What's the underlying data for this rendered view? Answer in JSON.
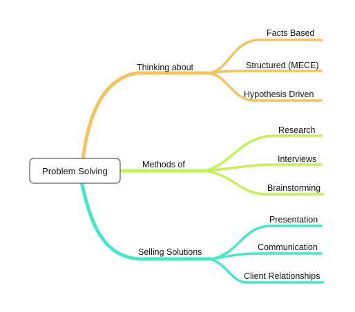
{
  "root": {
    "label": "Problem Solving"
  },
  "branches": [
    {
      "label": "Thinking about",
      "color": "#F6C25A",
      "children": [
        {
          "label": "Facts Based"
        },
        {
          "label": "Structured (MECE)"
        },
        {
          "label": "Hypothesis Driven"
        }
      ]
    },
    {
      "label": "Methods of",
      "color": "#C2F253",
      "children": [
        {
          "label": "Research"
        },
        {
          "label": "Interviews"
        },
        {
          "label": "Brainstorming"
        }
      ]
    },
    {
      "label": "Selling Solutions",
      "color": "#3FEBC5",
      "children": [
        {
          "label": "Presentation"
        },
        {
          "label": "Communication"
        },
        {
          "label": "Client Relationships"
        }
      ]
    }
  ]
}
